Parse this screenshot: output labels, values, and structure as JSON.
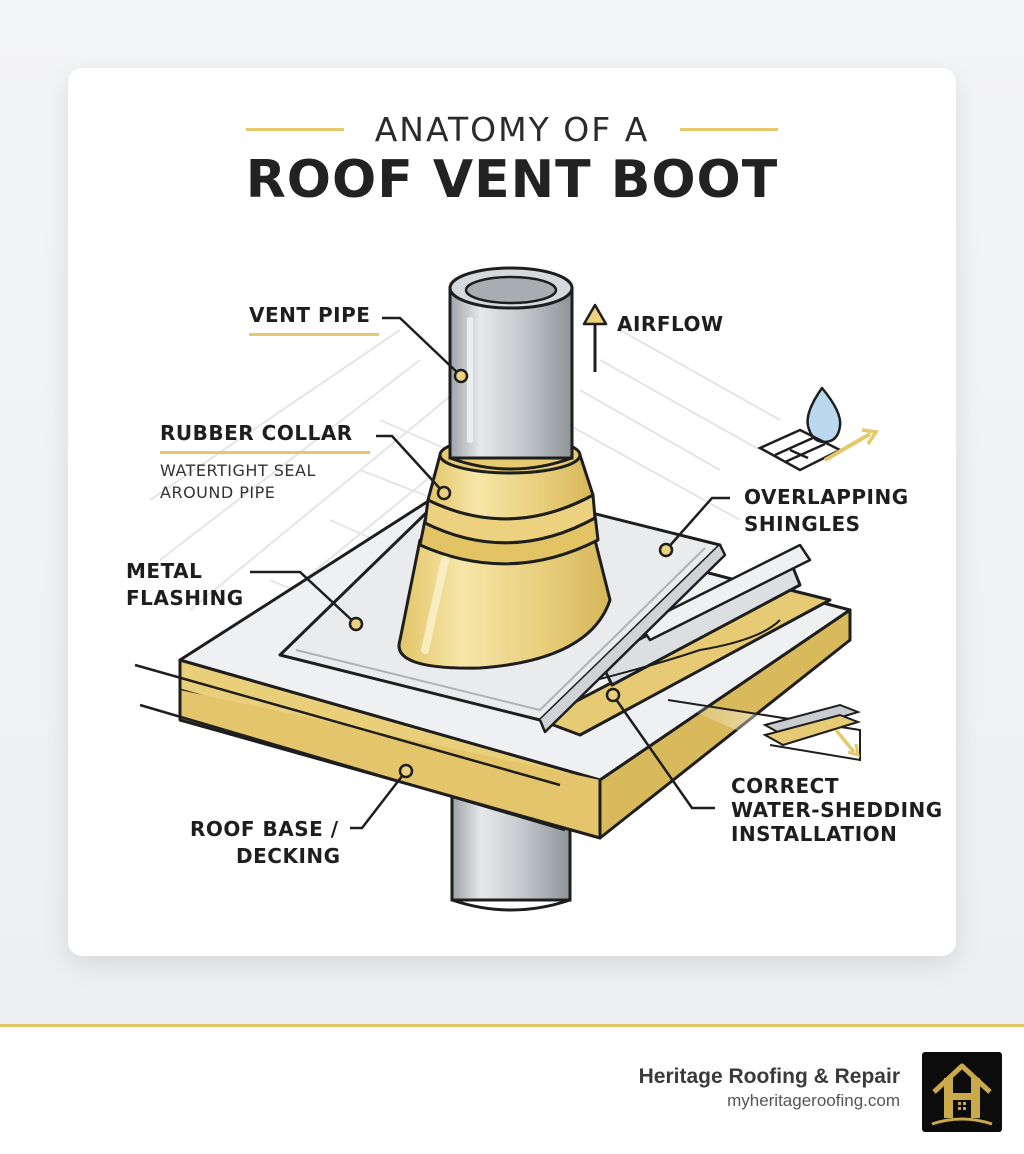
{
  "title": {
    "line1": "ANATOMY OF A",
    "line2": "ROOF VENT BOOT"
  },
  "labels": {
    "vent_pipe": "VENT PIPE",
    "airflow": "AIRFLOW",
    "rubber_collar": "RUBBER COLLAR",
    "rubber_collar_note_1": "WATERTIGHT SEAL",
    "rubber_collar_note_2": "AROUND PIPE",
    "overlapping_shingles_1": "OVERLAPPING",
    "overlapping_shingles_2": "SHINGLES",
    "metal_flashing_1": "METAL",
    "metal_flashing_2": "FLASHING",
    "roof_base_1": "ROOF BASE /",
    "roof_base_2": "DECKING",
    "water_shedding_1": "CORRECT",
    "water_shedding_2": "WATER-SHEDDING",
    "water_shedding_3": "INSTALLATION"
  },
  "footer": {
    "brand_name": "Heritage Roofing & Repair",
    "brand_url": "myheritageroofing.com"
  },
  "colors": {
    "accent_gold": "#e3c96a",
    "boot_yellow": "#ecd27f",
    "pipe_gray": "#b9bdc2",
    "ink": "#1e1e1e"
  },
  "icons": [
    "airflow-arrow-icon",
    "water-drop-icon",
    "shingle-shed-icon",
    "house-h-logo-icon"
  ]
}
